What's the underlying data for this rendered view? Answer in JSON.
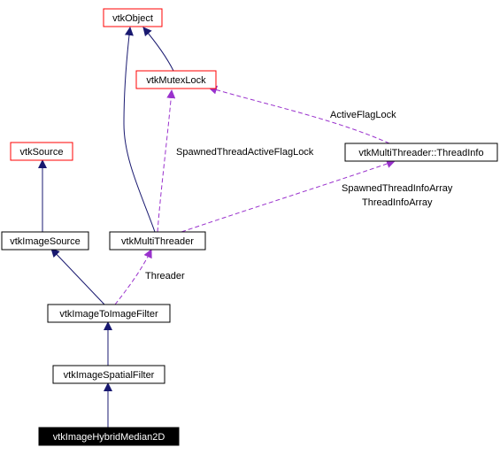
{
  "colors": {
    "inheritance_edge": "#191970",
    "usage_edge": "#9a32cd",
    "undocumented_border": "#ff0000",
    "documented_border": "#000000",
    "focus_fill": "#000000",
    "focus_text": "#ffffff"
  },
  "nodes": {
    "vtkObject": "vtkObject",
    "vtkMutexLock": "vtkMutexLock",
    "vtkSource": "vtkSource",
    "threadInfo": "vtkMultiThreader::ThreadInfo",
    "vtkImageSource": "vtkImageSource",
    "vtkMultiThreader": "vtkMultiThreader",
    "vtkImageToImageFilter": "vtkImageToImageFilter",
    "vtkImageSpatialFilter": "vtkImageSpatialFilter",
    "vtkImageHybridMedian2D": "vtkImageHybridMedian2D"
  },
  "edge_labels": {
    "active_flag_lock": "ActiveFlagLock",
    "spawned_thread_active_flag_lock": "SpawnedThreadActiveFlagLock",
    "spawned_thread_info_array": "SpawnedThreadInfoArray",
    "thread_info_array": "ThreadInfoArray",
    "threader": "Threader"
  }
}
